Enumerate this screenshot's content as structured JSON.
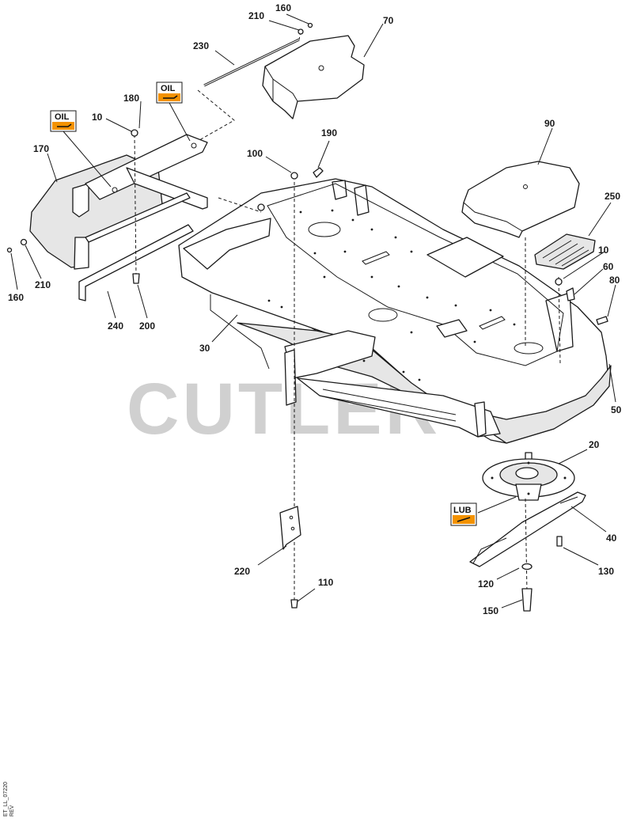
{
  "watermark": "CUTLER'S",
  "drawing_ref": "ET_LL_07220",
  "drawing_ref_sub": "REV",
  "badges": {
    "oil_1": "OIL",
    "oil_2": "OIL",
    "lub": "LUB"
  },
  "colors": {
    "badge_orange": "#f39200",
    "watermark": "#d0d0d0",
    "line": "#1a1a1a"
  },
  "callouts": {
    "c160_top": "160",
    "c210_top": "210",
    "c70": "70",
    "c230": "230",
    "c180": "180",
    "c10_left": "10",
    "c170": "170",
    "c100": "100",
    "c190": "190",
    "c90": "90",
    "c250": "250",
    "c10_right": "10",
    "c60": "60",
    "c80": "80",
    "c50": "50",
    "c160_left": "160",
    "c210_left": "210",
    "c240": "240",
    "c200": "200",
    "c30": "30",
    "c20": "20",
    "c40": "40",
    "c130": "130",
    "c120": "120",
    "c150": "150",
    "c220": "220",
    "c110": "110"
  }
}
